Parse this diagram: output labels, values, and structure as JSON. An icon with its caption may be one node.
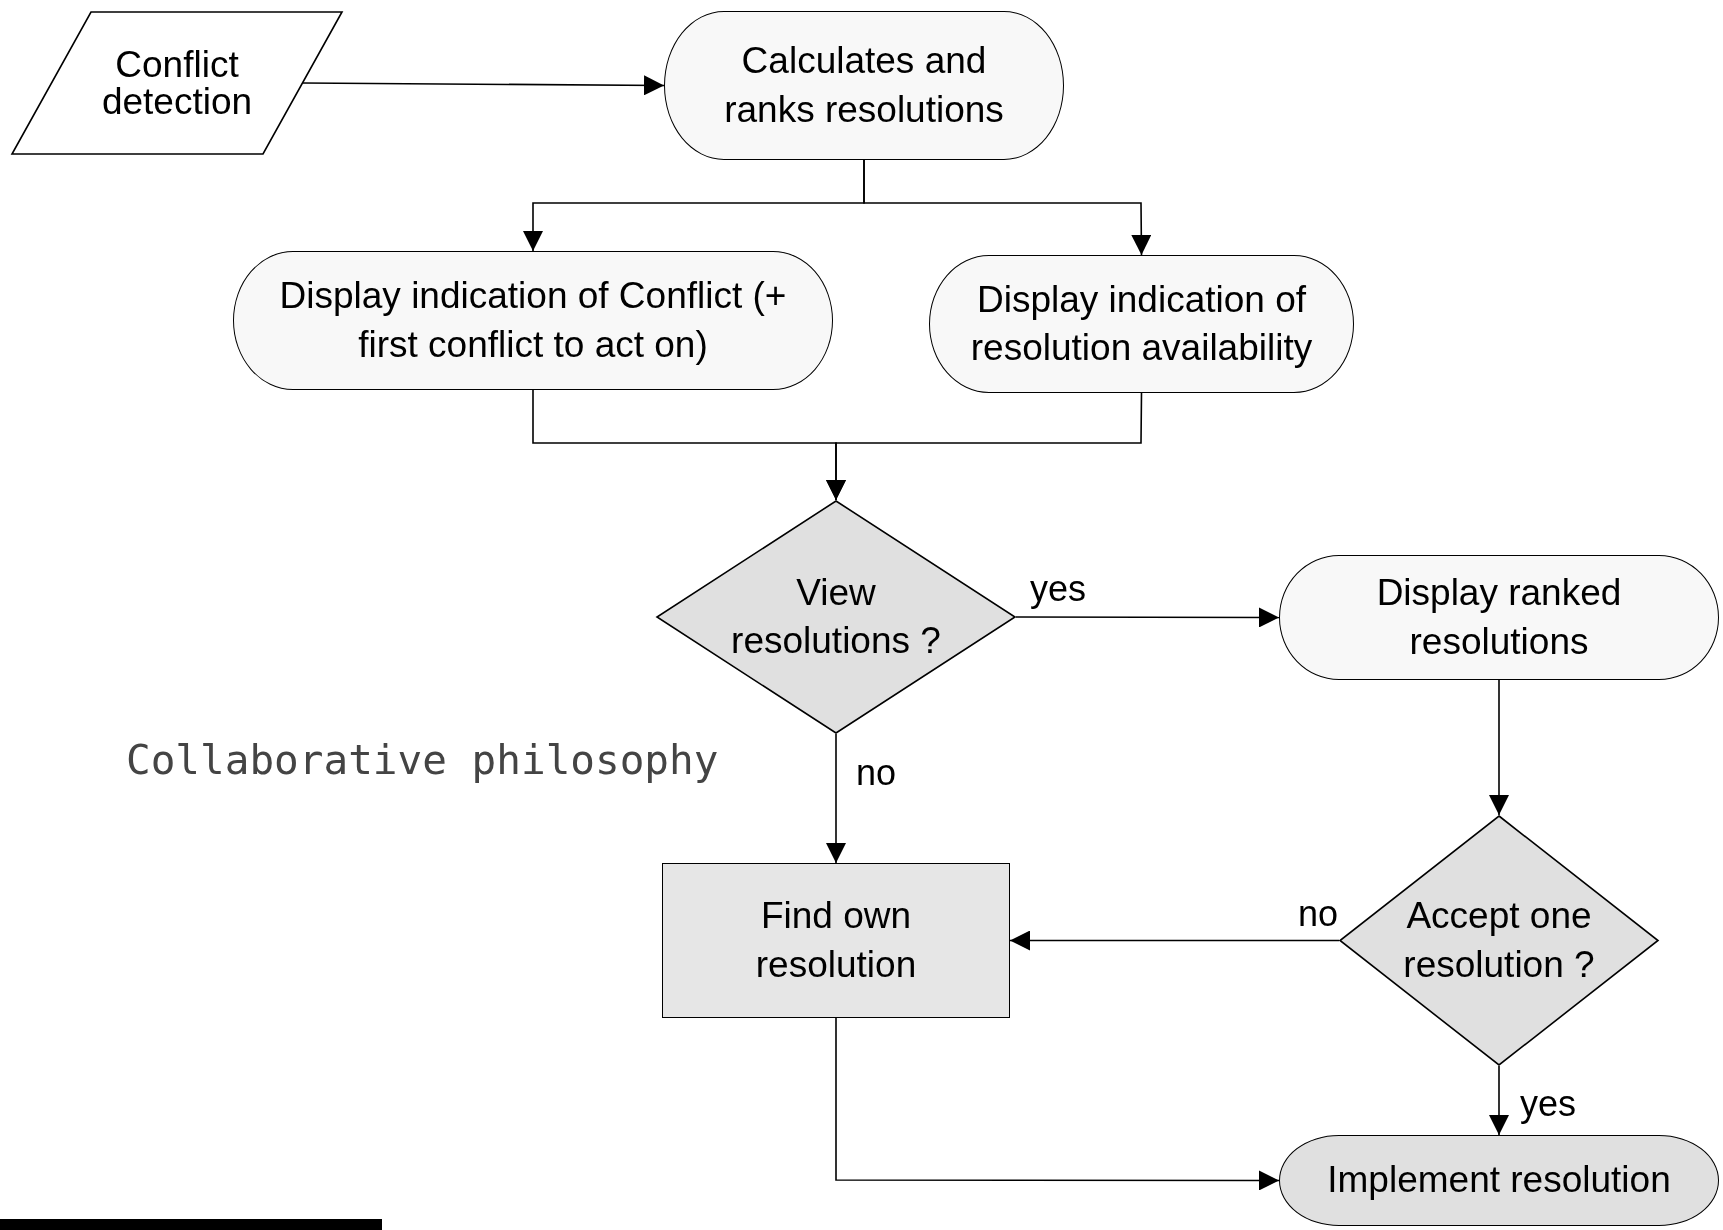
{
  "diagram": {
    "nodes": [
      {
        "text": [
          "Conflict detection"
        ]
      },
      {
        "text": [
          "Calculates and ranks resolutions"
        ]
      },
      {
        "text": [
          "Display indication of Conflict (+ first conflict to act on)"
        ]
      },
      {
        "text": [
          "Display indication of resolution availability"
        ]
      },
      {
        "text": [
          "View resolutions ?"
        ]
      },
      {
        "text": [
          "Display ranked resolutions"
        ]
      },
      {
        "text": [
          "Find own resolution"
        ]
      },
      {
        "text": [
          "Accept one resolution ?"
        ]
      },
      {
        "text": [
          "Implement resolution"
        ]
      }
    ],
    "edges": [
      {
        "from": 0,
        "to": 1,
        "arrow": "to"
      },
      {
        "from": 1,
        "to": 2,
        "arrow": "to"
      },
      {
        "from": 1,
        "to": 3,
        "arrow": "to"
      },
      {
        "from": 2,
        "to": 4,
        "arrow": "to"
      },
      {
        "from": 3,
        "to": 4,
        "arrow": "to"
      },
      {
        "from": 4,
        "to": 5,
        "arrow": "to",
        "label": "yes"
      },
      {
        "from": 4,
        "to": 6,
        "arrow": "to",
        "label": "no"
      },
      {
        "from": 5,
        "to": 7,
        "arrow": "to"
      },
      {
        "from": 7,
        "to": 6,
        "arrow": "to",
        "label": "no"
      },
      {
        "from": 7,
        "to": 8,
        "arrow": "to",
        "label": "yes"
      },
      {
        "from": 6,
        "to": 8,
        "arrow": "to"
      }
    ],
    "labels": [
      "Collaborative philosophy"
    ]
  }
}
